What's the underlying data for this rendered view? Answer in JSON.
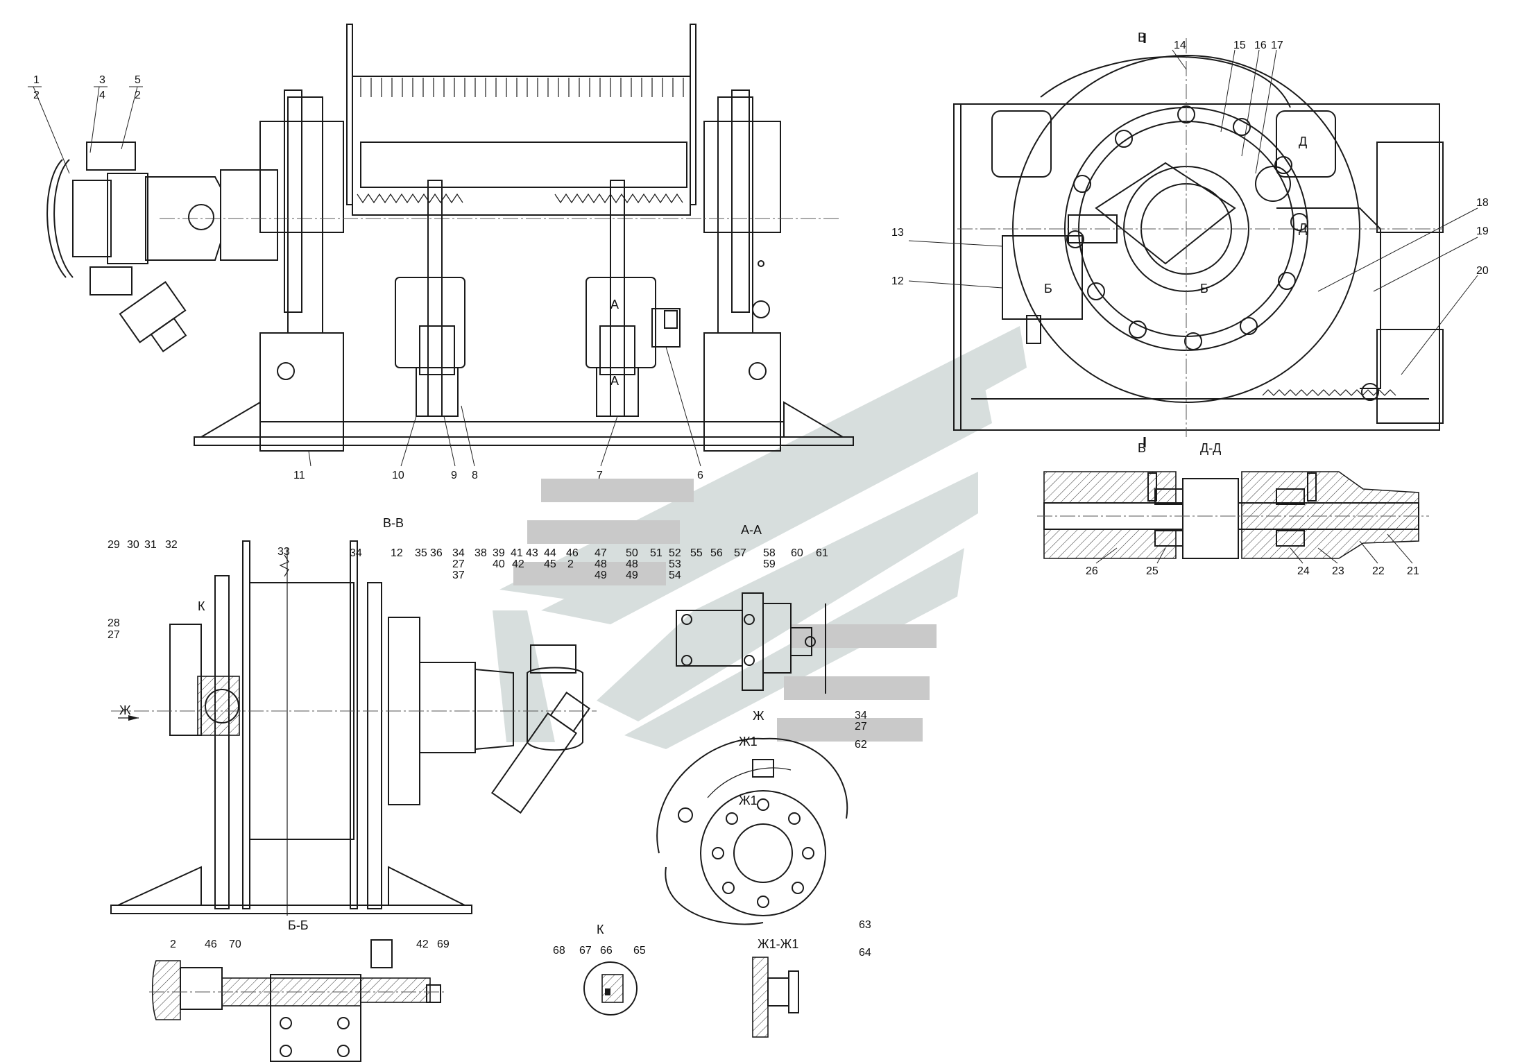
{
  "top_view_labels": {
    "p1": "1",
    "p2a": "2",
    "p3": "3",
    "p4": "4",
    "p5": "5",
    "p2b": "2",
    "p6": "6",
    "p7": "7",
    "p8": "8",
    "p9": "9",
    "p10": "10",
    "p11": "11",
    "sec_a1": "А",
    "sec_a2": "А"
  },
  "side_view_labels": {
    "p12": "12",
    "p13": "13",
    "p14": "14",
    "p15": "15",
    "p16": "16",
    "p17": "17",
    "p18": "18",
    "p19": "19",
    "p20": "20",
    "sec_v1": "В",
    "sec_v2": "В",
    "sec_b1": "Б",
    "sec_b2": "Б",
    "sec_d1": "Д",
    "sec_d2": "Д"
  },
  "section_dd": {
    "title": "Д-Д",
    "labels": [
      "26",
      "25",
      "24",
      "23",
      "22",
      "21"
    ]
  },
  "section_vv": {
    "title": "В-В",
    "top_labels": [
      "29",
      "30",
      "31",
      "32",
      "33",
      "34",
      "12",
      "35",
      "36",
      "34",
      "27",
      "37",
      "38",
      "39",
      "40",
      "41",
      "42",
      "43",
      "44",
      "45",
      "46",
      "2",
      "47",
      "48",
      "49",
      "50",
      "48",
      "49",
      "51",
      "52",
      "53",
      "54",
      "55",
      "56",
      "57",
      "58",
      "59",
      "60",
      "61"
    ],
    "p28": "28",
    "p27": "27",
    "view_k": "К",
    "view_zh": "Ж"
  },
  "section_aa": {
    "title": "А-А"
  },
  "view_zh": {
    "title": "Ж",
    "cut1": "Ж1",
    "cut2": "Ж1",
    "p34": "34",
    "p27": "27",
    "p62": "62"
  },
  "section_bb": {
    "title": "Б-Б",
    "labels": [
      "2",
      "46",
      "70",
      "42",
      "69"
    ]
  },
  "view_k": {
    "title": "К",
    "labels": [
      "68",
      "67",
      "66",
      "65"
    ]
  },
  "section_zh1": {
    "title": "Ж1-Ж1",
    "p63": "63",
    "p64": "64"
  }
}
